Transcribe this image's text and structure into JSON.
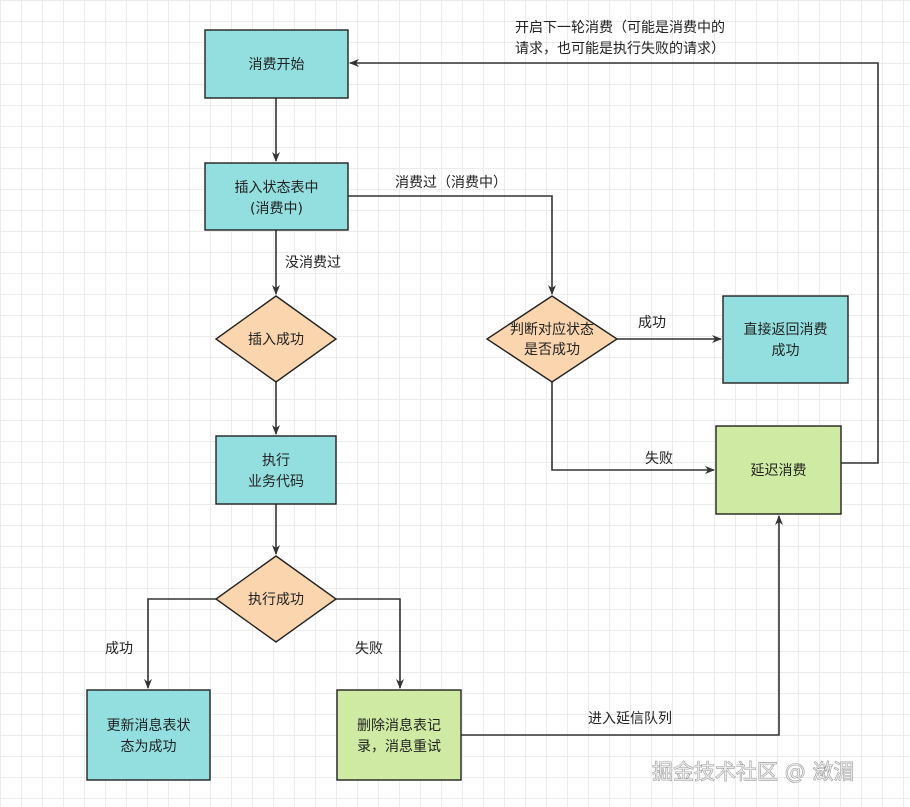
{
  "colors": {
    "process": "#93dfdf",
    "decision": "#fad5ae",
    "delay": "#cfeba3",
    "line": "#333333"
  },
  "nodes": {
    "start": {
      "label": "消费开始"
    },
    "insert_state": {
      "line1": "插入状态表中",
      "line2": "(消费中)"
    },
    "insert_success": {
      "label": "插入成功"
    },
    "execute": {
      "line1": "执行",
      "line2": "业务代码"
    },
    "execute_success": {
      "label": "执行成功"
    },
    "update_msg": {
      "line1": "更新消息表状",
      "line2": "态为成功"
    },
    "delete_msg": {
      "line1": "删除消息表记",
      "line2": "录，消息重试"
    },
    "check_state": {
      "line1": "判断对应状态",
      "line2": "是否成功"
    },
    "return_success": {
      "line1": "直接返回消费",
      "line2": "成功"
    },
    "delay": {
      "label": "延迟消费"
    }
  },
  "edges": {
    "not_consumed": "没消费过",
    "consumed": "消费过（消费中）",
    "exec_ok": "成功",
    "exec_fail": "失败",
    "to_delay_queue": "进入延信队列",
    "check_ok": "成功",
    "check_fail": "失败",
    "restart_line1": "开启下一轮消费（可能是消费中的",
    "restart_line2": "请求，也可能是执行失败的请求）"
  },
  "watermark": "掘金技术社区 @ 潋湄"
}
